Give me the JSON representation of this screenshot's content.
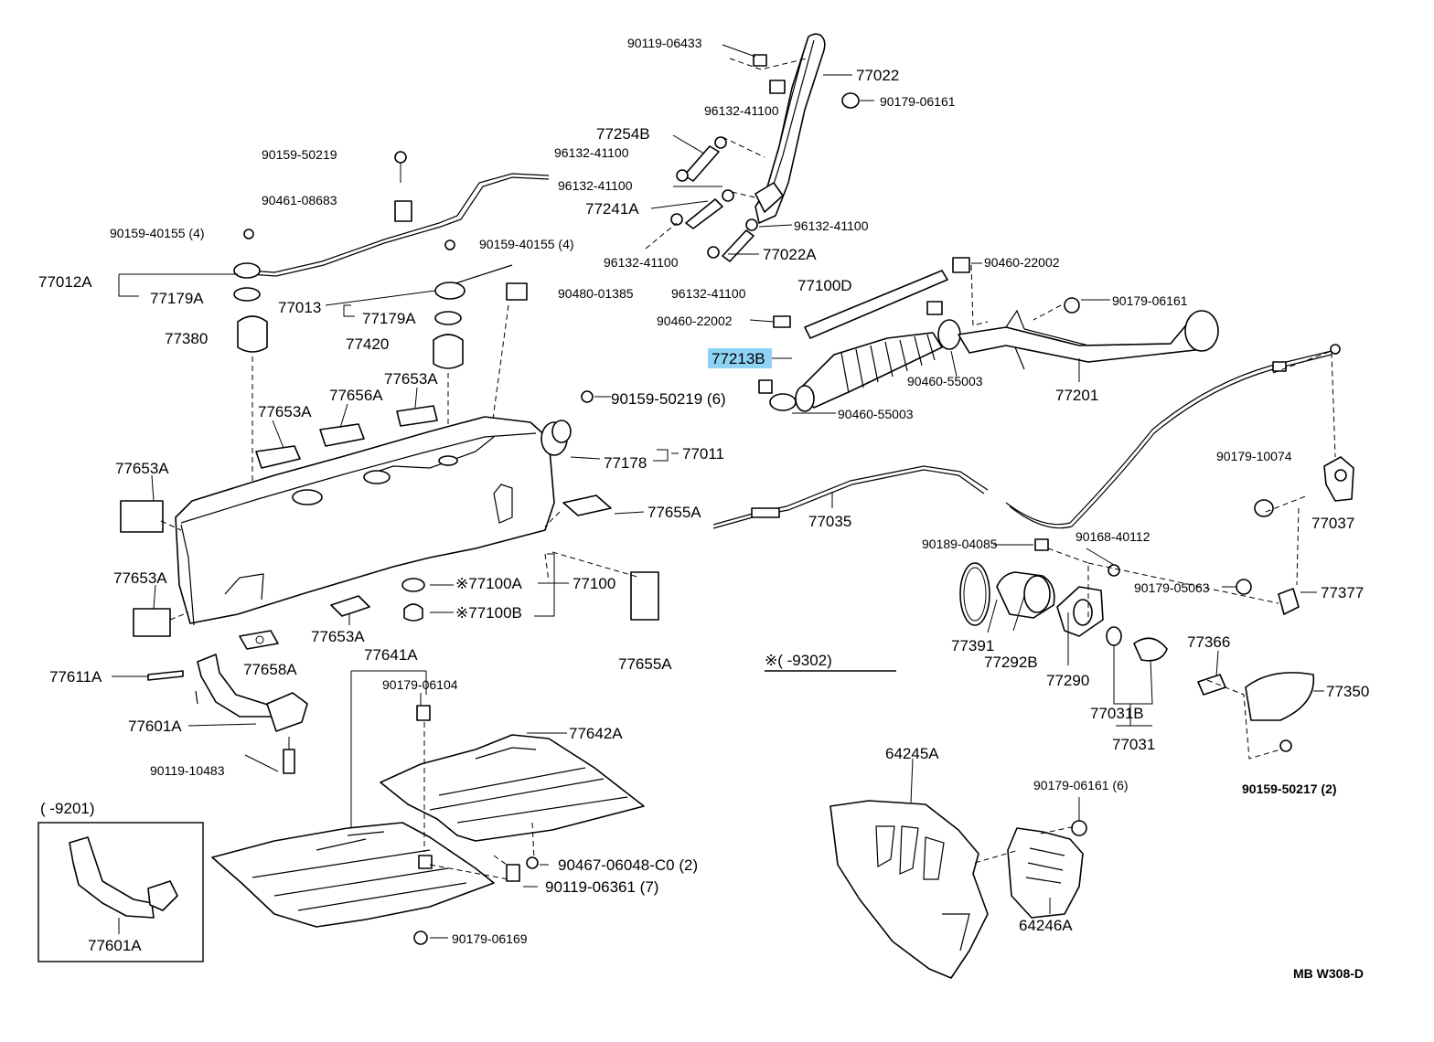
{
  "diagram_code": "MB  W308-D",
  "highlighted_part": "77213B",
  "notes": {
    "date_range_main": "※(      -9302)",
    "date_range_inset": "(      -9201)"
  },
  "labels": {
    "p90119_06433": "90119-06433",
    "p77022": "77022",
    "p90179_06161_a": "90179-06161",
    "p96132_41100_a": "96132-41100",
    "p77254B": "77254B",
    "p96132_41100_b": "96132-41100",
    "p96132_41100_c": "96132-41100",
    "p77241A": "77241A",
    "p96132_41100_d": "96132-41100",
    "p96132_41100_e": "96132-41100",
    "p77022A": "77022A",
    "p96132_41100_f": "96132-41100",
    "p90159_50219": "90159-50219",
    "p90461_08683": "90461-08683",
    "p90159_40155_left": "90159-40155 (4)",
    "p90159_40155_right": "90159-40155 (4)",
    "p77012A": "77012A",
    "p77179A_left": "77179A",
    "p77013": "77013",
    "p77179A_right": "77179A",
    "p90480_01385": "90480-01385",
    "p77380": "77380",
    "p77420": "77420",
    "p90460_22002_top": "90460-22002",
    "p77100D": "77100D",
    "p90179_06161_b": "90179-06161",
    "p90460_22002_mid": "90460-22002",
    "p77213B": "77213B",
    "p90460_55003_a": "90460-55003",
    "p77201": "77201",
    "p90460_55003_b": "90460-55003",
    "p77653A_1": "77653A",
    "p77656A": "77656A",
    "p77653A_2": "77653A",
    "p90159_50219_6": "90159-50219 (6)",
    "p77178": "77178",
    "p77011": "77011",
    "p77653A_3": "77653A",
    "p77655A_a": "77655A",
    "p77035": "77035",
    "p90179_10074": "90179-10074",
    "p77037": "77037",
    "p77653A_4": "77653A",
    "p77100A": "※77100A",
    "p77100": "77100",
    "p77100B": "※77100B",
    "p90189_04085": "90189-04085",
    "p90168_40112": "90168-40112",
    "p90179_05063": "90179-05063",
    "p77377": "77377",
    "p77653A_5": "77653A",
    "p77655A_b": "77655A",
    "p77611A": "77611A",
    "p77658A": "77658A",
    "p77641A": "77641A",
    "p90179_06104": "90179-06104",
    "p77391": "77391",
    "p77292B": "77292B",
    "p77290": "77290",
    "p77366": "77366",
    "p77350": "77350",
    "p77601A": "77601A",
    "p77642A": "77642A",
    "p77031B": "77031B",
    "p77031": "77031",
    "p90119_10483": "90119-10483",
    "p64245A": "64245A",
    "p90159_50217": "90159-50217 (2)",
    "p90179_06161_6": "90179-06161 (6)",
    "p90467_06048": "90467-06048-C0 (2)",
    "p90119_06361": "90119-06361 (7)",
    "p64246A": "64246A",
    "p77601A_inset": "77601A",
    "p90179_06169": "90179-06169"
  }
}
